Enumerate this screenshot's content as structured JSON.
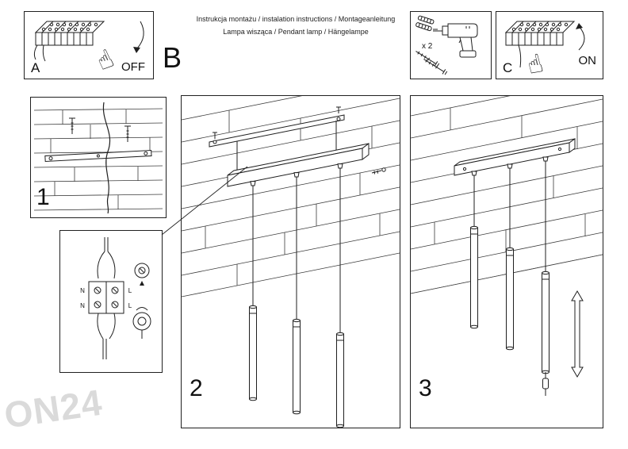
{
  "header": {
    "panel_a": {
      "label": "A",
      "state": "OFF"
    },
    "section_label": "B",
    "title_line1": "Instrukcja montażu / instalation instructions / Montageanleitung",
    "title_line2": "Lampa wisząca / Pendant lamp / Hängelampe",
    "tools": {
      "quantity": "x 2"
    },
    "panel_c": {
      "label": "C",
      "state": "ON"
    }
  },
  "steps": {
    "one": "1",
    "two": "2",
    "three": "3"
  },
  "wiring_labels": {
    "top_left": "N",
    "top_right": "L",
    "bottom_left": "N",
    "bottom_right": "L"
  },
  "icons": {
    "hand": "☝"
  },
  "watermark": "ON24",
  "colors": {
    "line": "#1f1f1f",
    "background": "#ffffff",
    "watermark": "#dadada"
  }
}
